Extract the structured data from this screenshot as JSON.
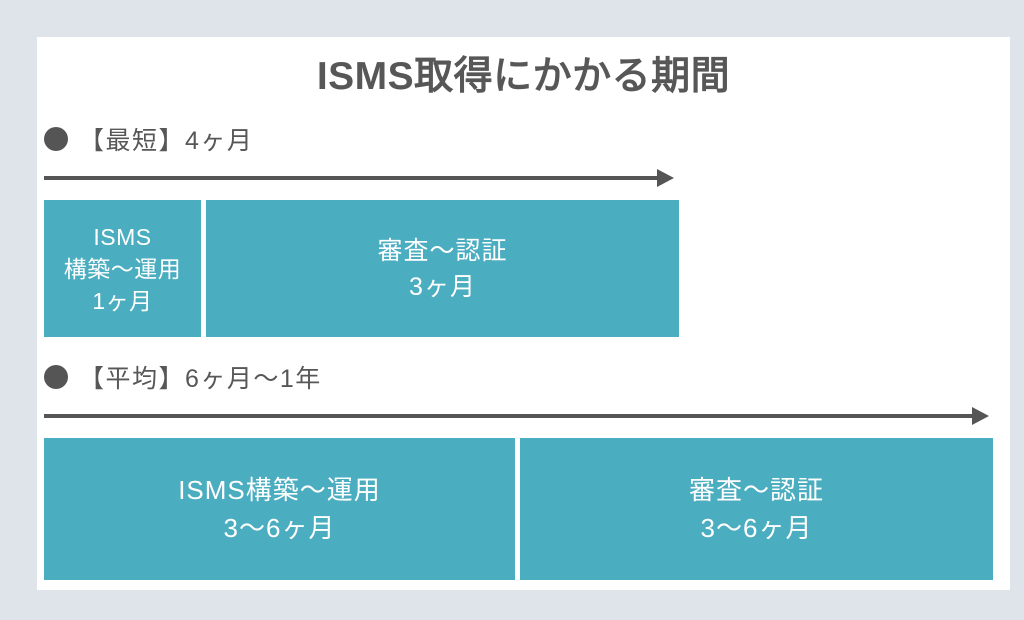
{
  "page": {
    "background_color": "#dfe4ea",
    "card_color": "#ffffff",
    "accent_color": "#4aadc0",
    "text_color": "#575757"
  },
  "title": "ISMS取得にかかる期間",
  "sections": [
    {
      "bullet_icon": "filled-circle-bullet-icon",
      "label": "【最短】4ヶ月",
      "arrow_icon": "right-arrow-icon",
      "segments": [
        {
          "lines": [
            "ISMS",
            "構築〜運用",
            "1ヶ月"
          ]
        },
        {
          "lines": [
            "審査〜認証",
            "3ヶ月"
          ]
        }
      ]
    },
    {
      "bullet_icon": "filled-circle-bullet-icon",
      "label": "【平均】6ヶ月〜1年",
      "arrow_icon": "right-arrow-icon",
      "segments": [
        {
          "lines": [
            "ISMS構築〜運用",
            "3〜6ヶ月"
          ]
        },
        {
          "lines": [
            "審査〜認証",
            "3〜6ヶ月"
          ]
        }
      ]
    }
  ],
  "chart_data": {
    "type": "bar",
    "title": "ISMS取得にかかる期間",
    "orientation": "horizontal-stacked-timeline",
    "unit": "months",
    "rows": [
      {
        "name": "【最短】4ヶ月",
        "total_months": 4,
        "segments": [
          {
            "label": "ISMS構築〜運用",
            "duration_label": "1ヶ月",
            "months": 1
          },
          {
            "label": "審査〜認証",
            "duration_label": "3ヶ月",
            "months": 3
          }
        ]
      },
      {
        "name": "【平均】6ヶ月〜1年",
        "total_months_min": 6,
        "total_months_max": 12,
        "segments": [
          {
            "label": "ISMS構築〜運用",
            "duration_label": "3〜6ヶ月",
            "months_min": 3,
            "months_max": 6
          },
          {
            "label": "審査〜認証",
            "duration_label": "3〜6ヶ月",
            "months_min": 3,
            "months_max": 6
          }
        ]
      }
    ],
    "xlabel": "",
    "ylabel": "",
    "grid": false,
    "legend": "none",
    "colors": {
      "bar": "#4aadc0",
      "text": "#575757",
      "arrow": "#555555"
    }
  }
}
